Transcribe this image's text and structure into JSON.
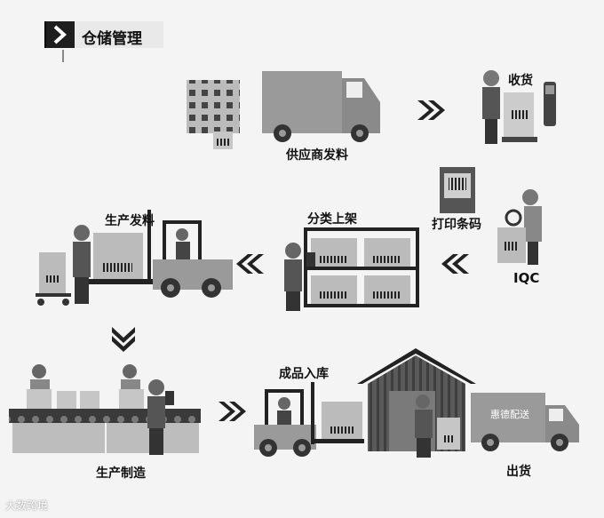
{
  "header": {
    "title": "仓储管理"
  },
  "steps": {
    "supplier_ship": "供应商发料",
    "receive": "收货",
    "print_barcode": "打印条码",
    "iqc": "IQC",
    "sort_shelve": "分类上架",
    "production_issue": "生产发料",
    "production_manufacture": "生产制造",
    "finished_storage": "成品入库",
    "shipping": "出货"
  },
  "truck_side_text": "惠德配送",
  "watermark": "大数跨境",
  "colors": {
    "dark": "#1e1e1e",
    "box": "#cfcfcf",
    "truck": "#9a9a9a",
    "wheel": "#333333",
    "worker_shirt": "#5a5a5a"
  }
}
